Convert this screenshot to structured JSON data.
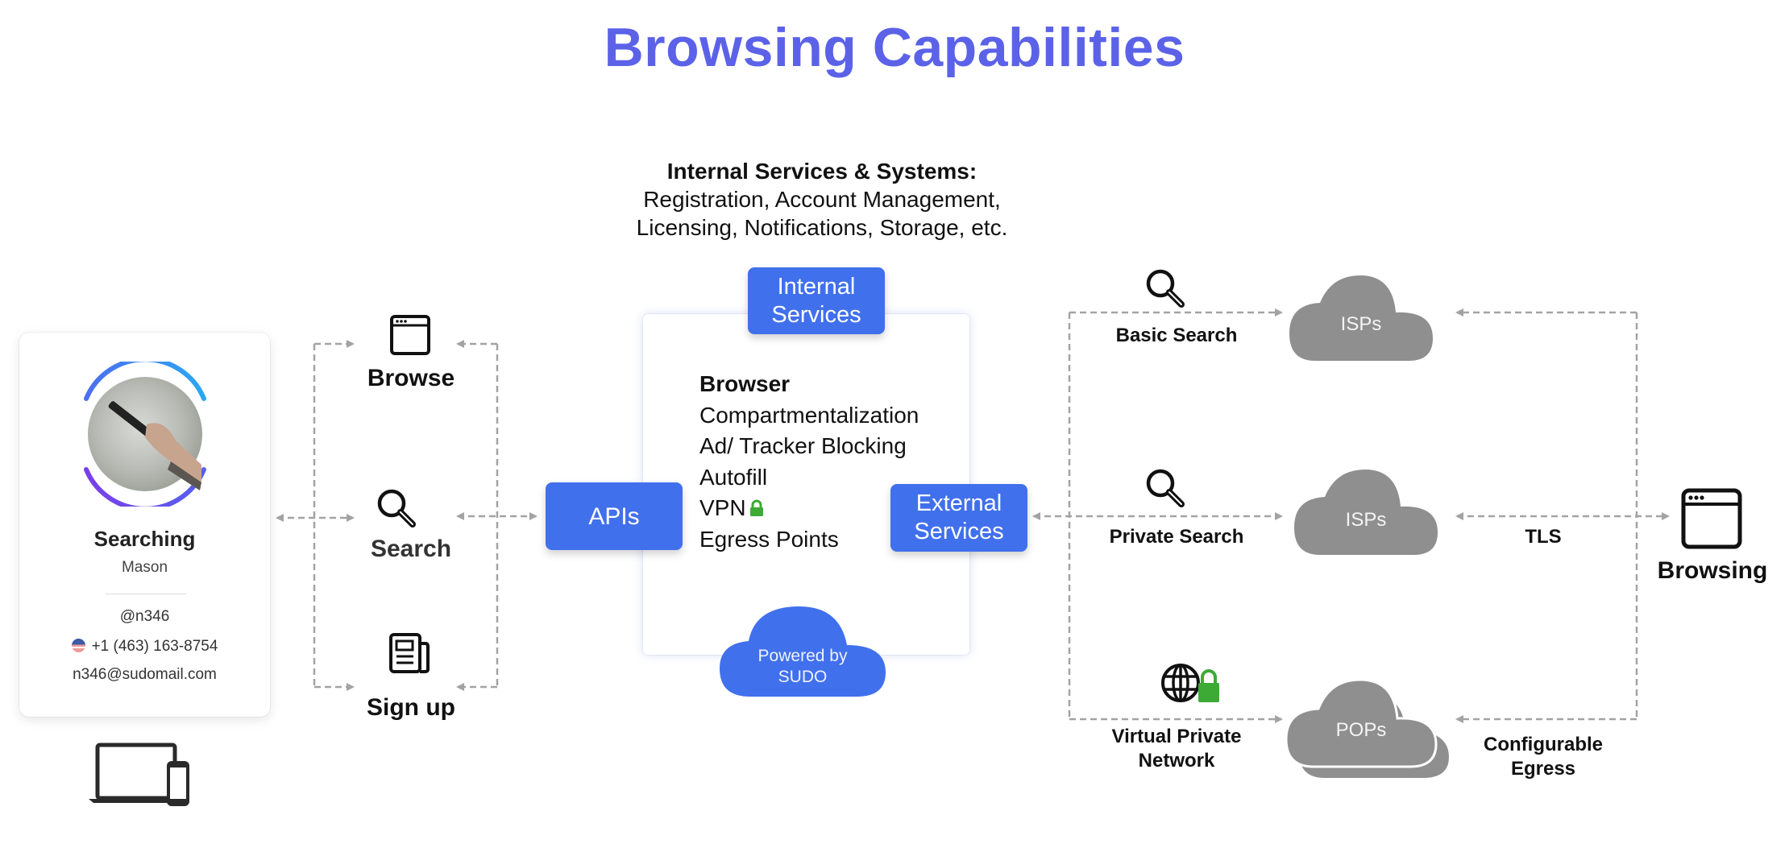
{
  "title": "Browsing Capabilities",
  "colors": {
    "title": "#5B62E8",
    "accent_blue": "#4170EC",
    "cloud_gray": "#8F8F8F",
    "lock_green": "#3DAA35",
    "arrow_gray": "#A3A3A3"
  },
  "internal_caption": {
    "heading": "Internal Services & Systems:",
    "line1": "Registration, Account Management,",
    "line2": "Licensing, Notifications, Storage, etc."
  },
  "profile_card": {
    "status": "Searching",
    "name": "Mason",
    "handle": "@n346",
    "phone_flag": "us-flag-icon",
    "phone": "+1 (463) 163-8754",
    "email": "n346@sudomail.com",
    "device_icon": "laptop-phone-icon"
  },
  "actions": [
    {
      "icon": "browser-window-icon",
      "label": "Browse"
    },
    {
      "icon": "search-icon",
      "label": "Search"
    },
    {
      "icon": "newspaper-icon",
      "label": "Sign up"
    }
  ],
  "core": {
    "apis_label": "APIs",
    "internal_services_label": [
      "Internal",
      "Services"
    ],
    "external_services_label": [
      "External",
      "Services"
    ],
    "browser": {
      "heading": "Browser",
      "features": [
        "Compartmentalization",
        "Ad/ Tracker Blocking",
        "Autofill",
        "VPN",
        "Egress Points"
      ],
      "vpn_icon": "lock-icon"
    },
    "powered_by": [
      "Powered by",
      "SUDO"
    ]
  },
  "egress": [
    {
      "icon": "search-icon",
      "label": [
        "Basic Search"
      ],
      "cloud": "ISPs"
    },
    {
      "icon": "search-icon",
      "label": [
        "Private Search"
      ],
      "cloud": "ISPs",
      "right_label": [
        "TLS"
      ]
    },
    {
      "icon": "globe-lock-icon",
      "label": [
        "Virtual Private",
        "Network"
      ],
      "cloud": "POPs",
      "right_label": [
        "Configurable",
        "Egress"
      ]
    }
  ],
  "destination": {
    "icon": "browser-window-icon",
    "label": "Browsing"
  }
}
